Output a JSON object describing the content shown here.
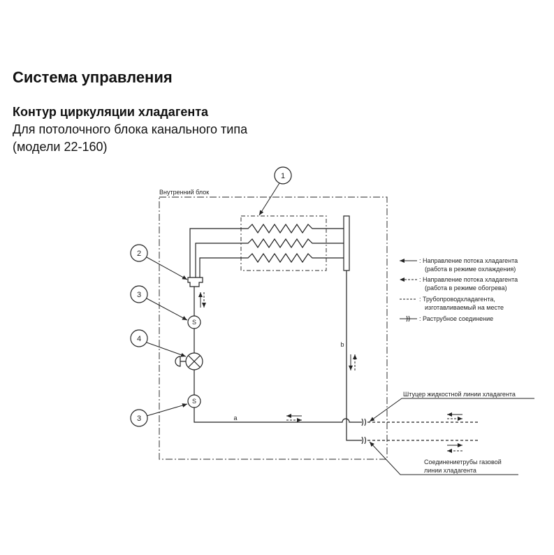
{
  "header": {
    "title": "Система управления",
    "subtitle": "Контур циркуляции хладагента",
    "description": "Для потолочного блока канального типа",
    "models": "(модели 22-160)"
  },
  "diagram": {
    "indoor_unit_label": "Внутренний блок",
    "callouts": [
      "1",
      "2",
      "3",
      "4",
      "3"
    ],
    "sensor_label": "S",
    "line_a": "a",
    "line_b": "b",
    "liquid_port_label": "Штуцер жидкостной линии хладагента",
    "gas_port_label_1": "Соединениетрубы газовой",
    "gas_port_label_2": "линии хладагента"
  },
  "legend": [
    {
      "line1": ": Направление потока хладагента",
      "line2": "(работа в режиме охлаждения)"
    },
    {
      "line1": ": Направление потока хладагента",
      "line2": "(работа в режиме обогрева)"
    },
    {
      "line1": ": Трубопроводхладагента,",
      "line2": "изготавливаемый на месте"
    },
    {
      "line1": ": Раструбное соединение"
    }
  ]
}
